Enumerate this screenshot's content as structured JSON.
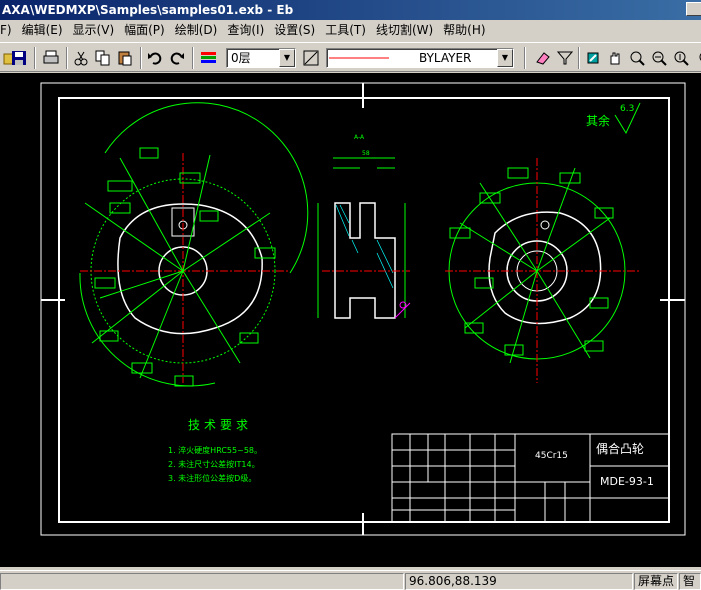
{
  "window": {
    "title": "AXA\\WEDMXP\\Samples\\samples01.exb - Eb"
  },
  "menu": {
    "items": [
      {
        "label": "F)"
      },
      {
        "label": "编辑(E)"
      },
      {
        "label": "显示(V)"
      },
      {
        "label": "幅面(P)"
      },
      {
        "label": "绘制(D)"
      },
      {
        "label": "查询(I)"
      },
      {
        "label": "设置(S)"
      },
      {
        "label": "工具(T)"
      },
      {
        "label": "线切割(W)"
      },
      {
        "label": "帮助(H)"
      }
    ]
  },
  "toolbar": {
    "layer_value": "0层",
    "linetype_value": "BYLAYER"
  },
  "drawing": {
    "rough_label": "其余",
    "rough_value": "6.3",
    "tech_title": "技术要求",
    "tech_items": [
      "1. 淬火硬度HRC55~58。",
      "2. 未注尺寸公差按IT14。",
      "3. 未注形位公差按D级。"
    ],
    "part_name": "偶合凸轮",
    "material": "45Cr15",
    "drawing_no": "MDE-93-1",
    "dim_a": "A-A",
    "dim_top": "58"
  },
  "status": {
    "coords": "96.806,88.139",
    "mode": "屏幕点",
    "extra": "智"
  },
  "colors": {
    "canvas": "#000000",
    "drawing_line": "#00ff00",
    "border": "#ffffff",
    "centerline": "#ff0000",
    "accent": "#ff00ff"
  }
}
